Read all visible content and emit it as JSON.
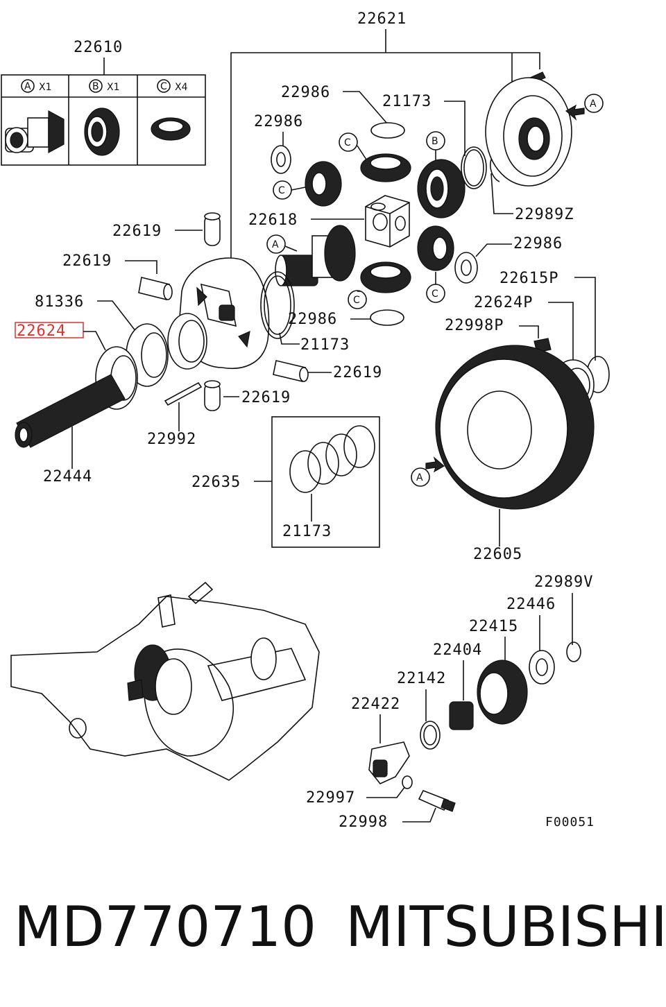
{
  "callouts": {
    "p22621": "22621",
    "p22610": "22610",
    "p22986_a": "22986",
    "p22986_b": "22986",
    "p21173_a": "21173",
    "p22989Z": "22989Z",
    "p22619_a": "22619",
    "p22618": "22618",
    "p22986_c": "22986",
    "p22619_b": "22619",
    "p22615P": "22615P",
    "p81336": "81336",
    "p22624P": "22624P",
    "p22624": "22624",
    "p22986_d": "22986",
    "p22998P": "22998P",
    "p21173_b": "21173",
    "p22619_c": "22619",
    "p22619_d": "22619",
    "p22992": "22992",
    "p22444": "22444",
    "p22635": "22635",
    "p21173_c": "21173",
    "p22605": "22605",
    "p22989V": "22989V",
    "p22446": "22446",
    "p22415": "22415",
    "p22404": "22404",
    "p22142": "22142",
    "p22422": "22422",
    "p22997": "22997",
    "p22998": "22998"
  },
  "kit_table": {
    "col_a_letter": "A",
    "col_a_qty": "X1",
    "col_b_letter": "B",
    "col_b_qty": "X1",
    "col_c_letter": "C",
    "col_c_qty": "X4"
  },
  "markers": {
    "a": "A",
    "b": "B",
    "c": "C"
  },
  "figure_code": "F00051",
  "caption": {
    "part_number": "MD770710",
    "brand": "MITSUBISHI"
  },
  "colors": {
    "highlight_box": "#e03030",
    "line": "#111111"
  }
}
